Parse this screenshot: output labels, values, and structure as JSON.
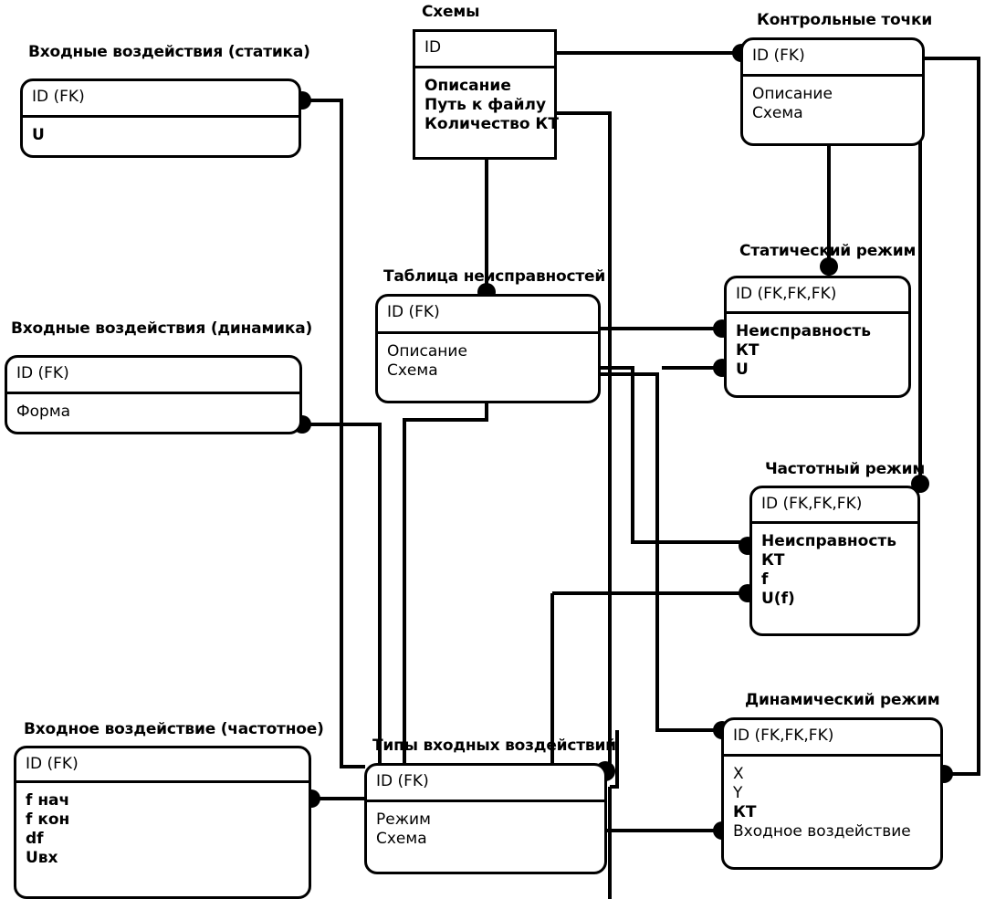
{
  "diagram": {
    "title": "ER-diagram",
    "line_color": "#000000",
    "background": "#ffffff"
  },
  "entities": [
    {
      "id": "inputs_static",
      "title": "Входные воздействия (статика)",
      "pk": [
        "ID (FK)"
      ],
      "attrs": [
        "U"
      ]
    },
    {
      "id": "schemes",
      "title": "Схемы",
      "pk": [
        "ID"
      ],
      "attrs": [
        "Описание",
        "Путь к файлу",
        "Количество КТ"
      ]
    },
    {
      "id": "control_points",
      "title": "Контрольные точки",
      "pk": [
        "ID (FK)"
      ],
      "attrs": [
        "Описание",
        "Схема"
      ]
    },
    {
      "id": "inputs_dynamic",
      "title": "Входные воздействия (динамика)",
      "pk": [
        "ID (FK)"
      ],
      "attrs": [
        "Форма"
      ]
    },
    {
      "id": "fault_table",
      "title": "Таблица неисправностей",
      "pk": [
        "ID (FK)"
      ],
      "attrs": [
        "Описание",
        "Схема"
      ]
    },
    {
      "id": "static_mode",
      "title": "Статический режим",
      "pk": [
        "ID (FK,FK,FK)"
      ],
      "attrs": [
        "Неисправность",
        "КТ",
        "U"
      ]
    },
    {
      "id": "freq_mode",
      "title": "Частотный режим",
      "pk": [
        "ID (FK,FK,FK)"
      ],
      "attrs": [
        "Неисправность",
        "КТ",
        "f",
        "U(f)"
      ]
    },
    {
      "id": "input_freq",
      "title": "Входное воздействие (частотное)",
      "pk": [
        "ID (FK)"
      ],
      "attrs": [
        "f нач",
        "f кон",
        "df",
        "Uвх"
      ]
    },
    {
      "id": "input_types",
      "title": "Типы входных воздействий",
      "pk": [
        "ID (FK)"
      ],
      "attrs": [
        "Режим",
        "Схема"
      ]
    },
    {
      "id": "dynamic_mode",
      "title": "Динамический режим",
      "pk": [
        "ID (FK,FK,FK)"
      ],
      "attrs": [
        "X",
        "Y",
        "КТ",
        "Входное воздействие"
      ]
    }
  ]
}
